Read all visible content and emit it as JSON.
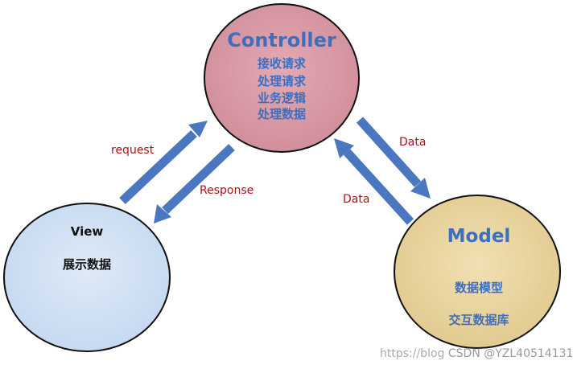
{
  "controller": {
    "title": "Controller",
    "lines": [
      "接收请求",
      "处理请求",
      "业务逻辑",
      "处理数据"
    ]
  },
  "view": {
    "title": "View",
    "line": "展示数据"
  },
  "model": {
    "title": "Model",
    "lines": [
      "数据模型",
      "交互数据库"
    ]
  },
  "arrows": {
    "request": "request",
    "response": "Response",
    "data_to_model": "Data",
    "data_to_controller": "Data"
  },
  "watermark": {
    "url": "https://blog",
    "text": "CSDN @YZL40514131"
  },
  "colors": {
    "controller_fill": "#d99aa6",
    "view_fill": "#cfe0f3",
    "model_fill": "#ead6a2",
    "arrow": "#4a77bf",
    "title_text": "#3d6fc0",
    "arrow_label": "#b0101a"
  }
}
